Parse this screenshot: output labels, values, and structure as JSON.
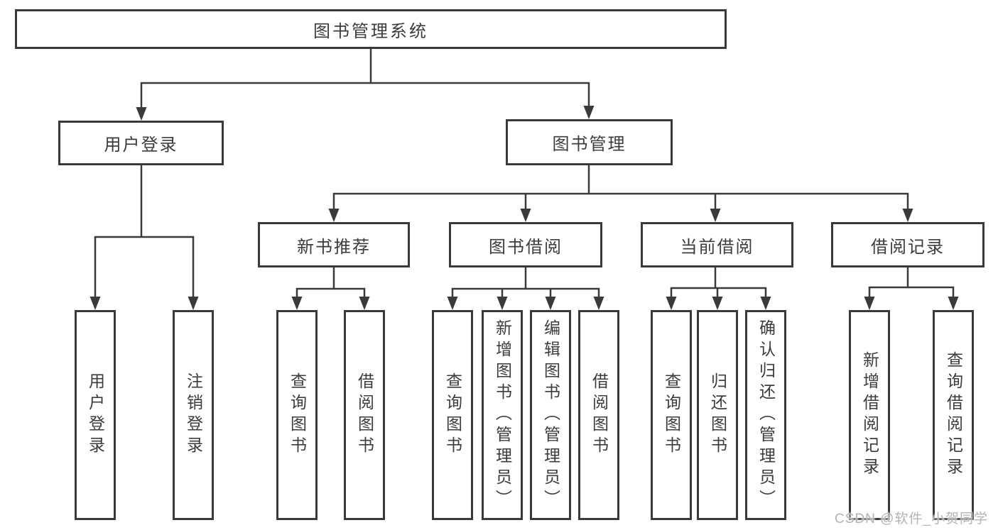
{
  "diagram": {
    "type": "hierarchy-diagram",
    "title": "图书管理系统",
    "watermark": "CSDN @软件_小贺同学",
    "colors": {
      "line": "#3a3a3a",
      "box_border": "#3a3a3a",
      "box_fill": "#ffffff",
      "text": "#3c3c3c",
      "watermark_text": "#b3b3b3"
    },
    "nodes": {
      "root": "图书管理系统",
      "user_login": "用户登录",
      "book_mgmt": "图书管理",
      "new_book_rec": "新书推荐",
      "book_borrow": "图书借阅",
      "current_borrow": "当前借阅",
      "borrow_records": "借阅记录",
      "ul_user_login": "用户登录",
      "ul_logout": "注销登录",
      "nr_query_book": "查询图书",
      "nr_borrow_book": "借阅图书",
      "bb_query_book": "查询图书",
      "bb_add_book": "新增图书（管理员）",
      "bb_edit_book": "编辑图书（管理员）",
      "bb_borrow_book": "借阅图书",
      "cb_query_book": "查询图书",
      "cb_return_book": "归还图书",
      "cb_confirm_return": "确认归还（管理员）",
      "br_add_record": "新增借阅记录",
      "br_query_record": "查询借阅记录"
    },
    "hierarchy": {
      "图书管理系统": [
        "用户登录",
        "图书管理"
      ],
      "用户登录": [
        "用户登录",
        "注销登录"
      ],
      "图书管理": [
        "新书推荐",
        "图书借阅",
        "当前借阅",
        "借阅记录"
      ],
      "新书推荐": [
        "查询图书",
        "借阅图书"
      ],
      "图书借阅": [
        "查询图书",
        "新增图书（管理员）",
        "编辑图书（管理员）",
        "借阅图书"
      ],
      "当前借阅": [
        "查询图书",
        "归还图书",
        "确认归还（管理员）"
      ],
      "借阅记录": [
        "新增借阅记录",
        "查询借阅记录"
      ]
    }
  }
}
